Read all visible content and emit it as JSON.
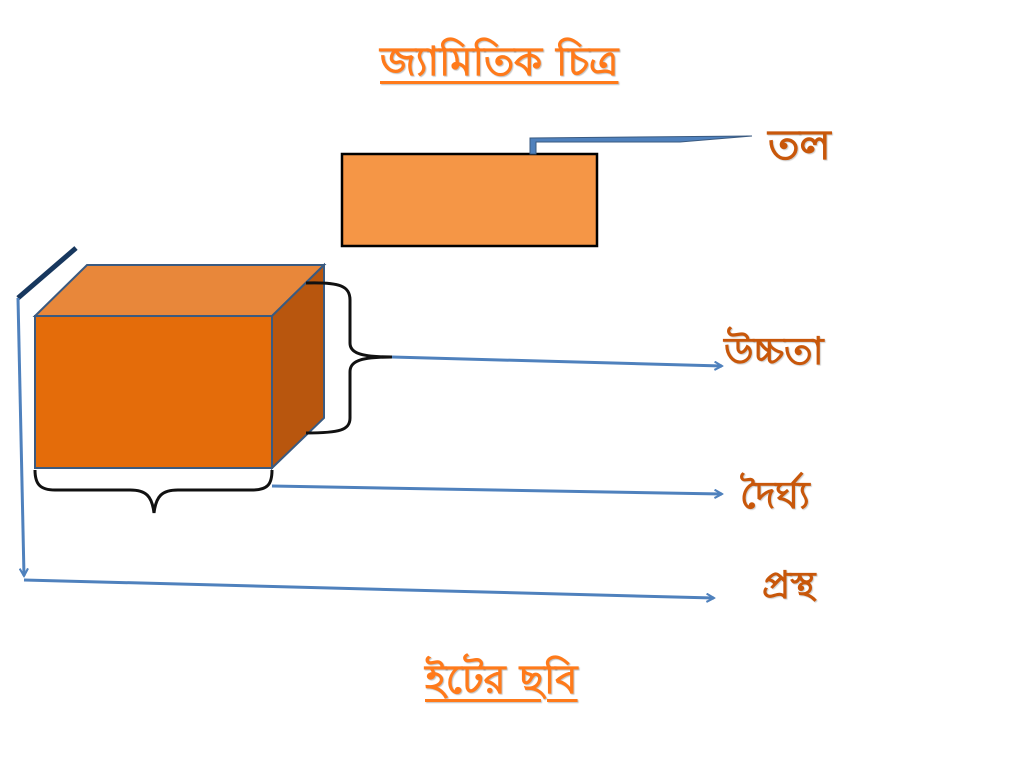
{
  "title": "জ্যামিতিক চিত্র",
  "subtitle": "ইটের ছবি",
  "labels": {
    "surface": "তল",
    "height": "উচ্চতা",
    "length": "দৈর্ঘ্য",
    "width": "প্রস্থ"
  },
  "colors": {
    "title_text": "#ff7a1a",
    "label_text": "#c8570a",
    "box_front": "#e46c0a",
    "box_top": "#e8873a",
    "box_side": "#b8560e",
    "surface_rect": "#f59646",
    "arrow": "#4f81bd",
    "outline": "#3a5a80",
    "edge_dark": "#17375e",
    "brace": "#111111"
  }
}
